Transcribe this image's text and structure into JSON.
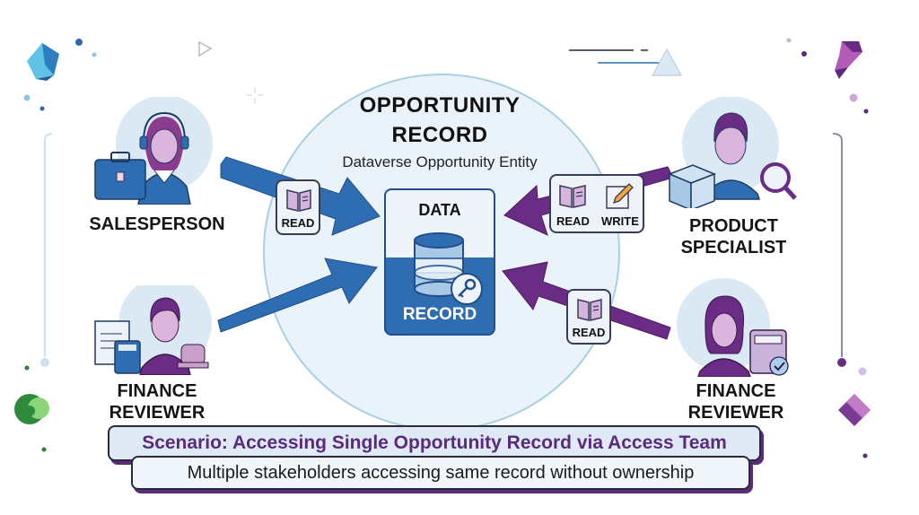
{
  "center": {
    "title_line1": "OPPORTUNITY",
    "title_line2": "RECORD",
    "subtitle": "Dataverse Opportunity Entity",
    "card_top": "DATA",
    "card_bottom": "RECORD",
    "card_icon": "database-key-icon"
  },
  "roles": [
    {
      "name": "SALESPERSON",
      "side": "left",
      "arrow_color": "#2f6db3",
      "permissions": [
        "READ"
      ]
    },
    {
      "name": "FINANCE REVIEWER",
      "line1": "FINANCE",
      "line2": "REVIEWER",
      "side": "left",
      "arrow_color": "#2f6db3",
      "permissions": []
    },
    {
      "name": "PRODUCT SPECIALIST",
      "line1": "PRODUCT",
      "line2": "SPECIALIST",
      "side": "right",
      "arrow_color": "#6b2c86",
      "permissions": [
        "READ",
        "WRITE"
      ]
    },
    {
      "name": "FINANCE REVIEWER",
      "line1": "FINANCE",
      "line2": "REVIEWER",
      "side": "right",
      "arrow_color": "#6b2c86",
      "permissions": [
        "READ"
      ]
    }
  ],
  "labels": {
    "read": "READ",
    "write": "WRITE"
  },
  "scenario": {
    "title": "Scenario: Accessing Single Opportunity Record via Access Team",
    "description": "Multiple stakeholders accessing same record without ownership"
  },
  "colors": {
    "blue": "#2f6db3",
    "purple": "#6b2c86",
    "circle_fill": "#eaf3fa",
    "scenario_text": "#5a2a7d"
  }
}
